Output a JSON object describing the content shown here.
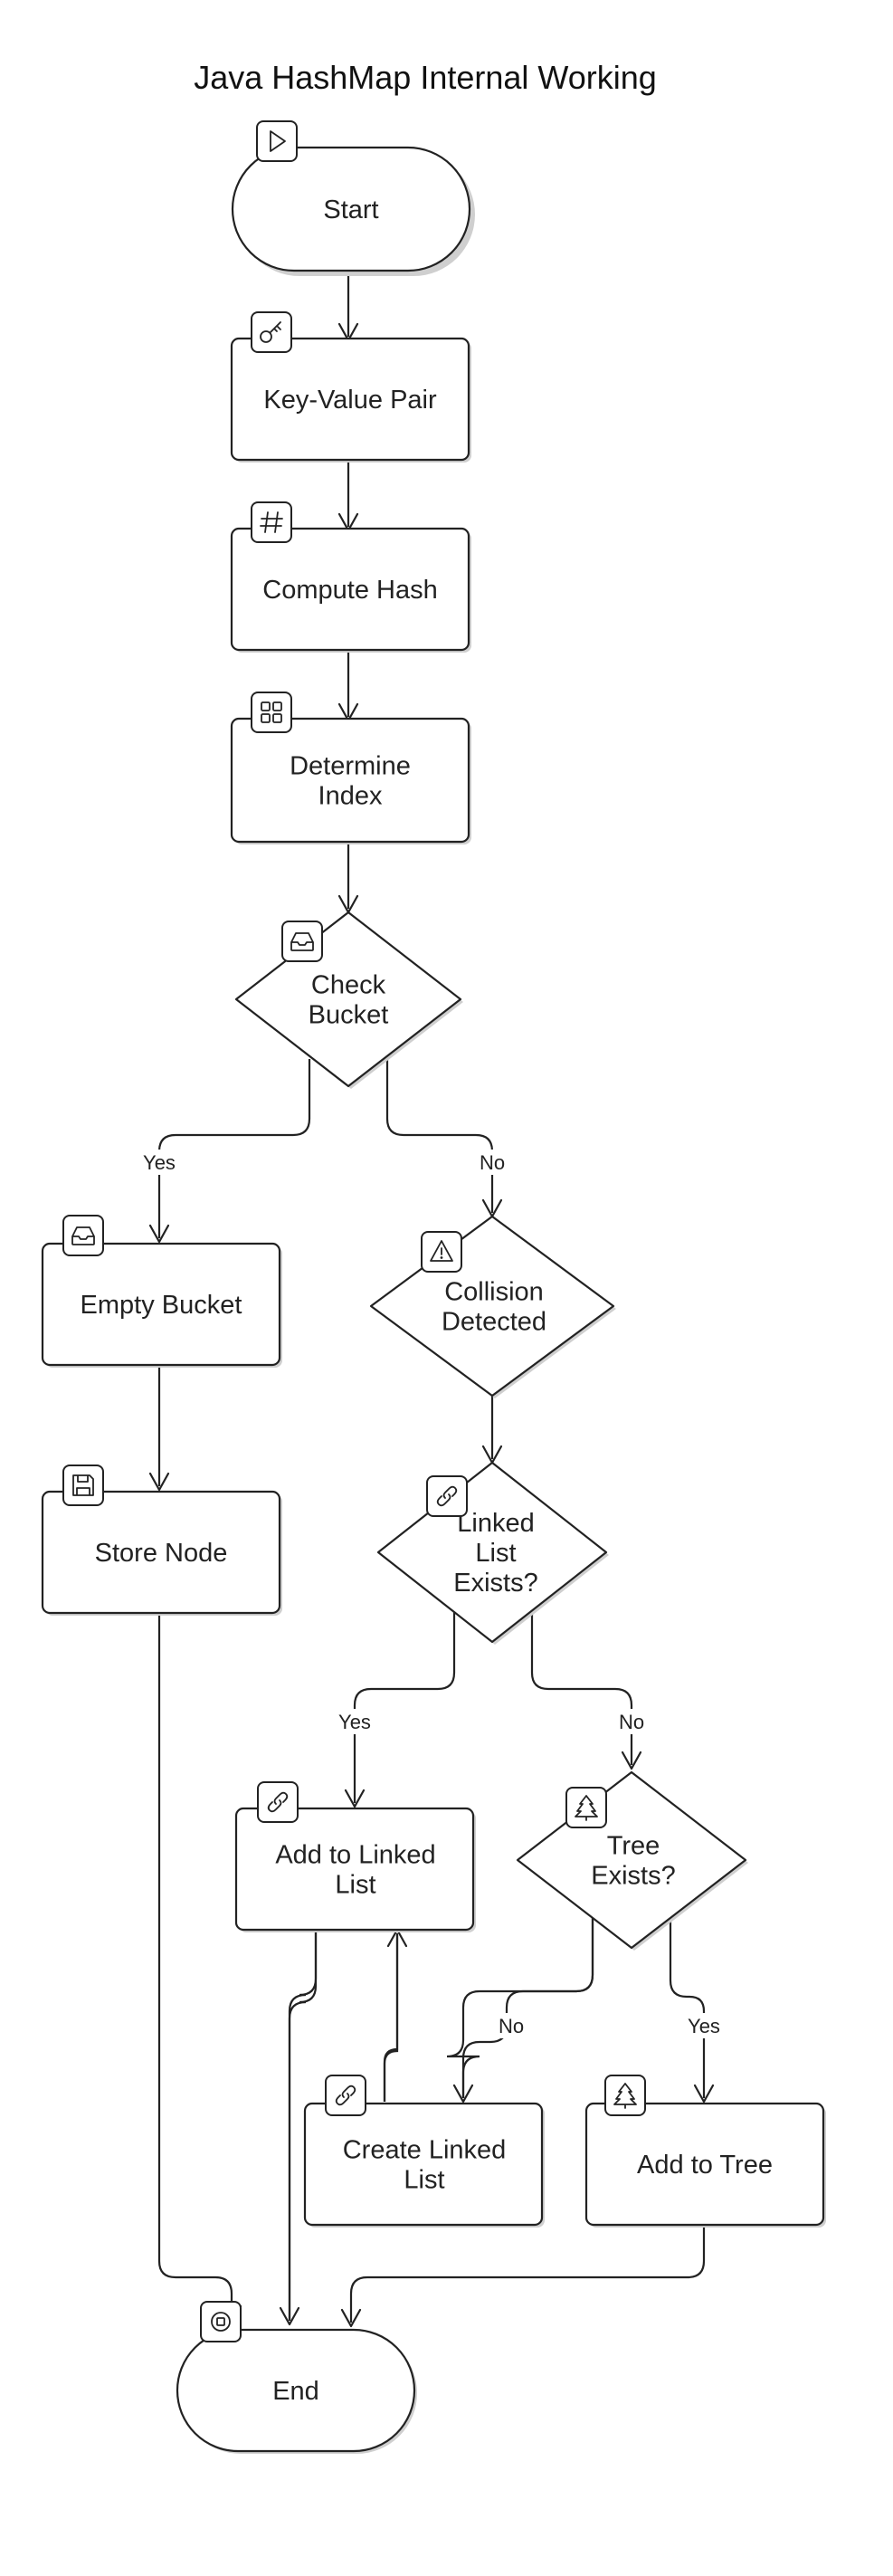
{
  "diagram": {
    "title": "Java HashMap Internal Working",
    "nodes": {
      "start": {
        "label": [
          "Start"
        ],
        "icon": "play-icon"
      },
      "kv": {
        "label": [
          "Key-Value Pair"
        ],
        "icon": "key-icon"
      },
      "hash": {
        "label": [
          "Compute Hash"
        ],
        "icon": "hash-icon"
      },
      "index": {
        "label": [
          "Determine",
          "Index"
        ],
        "icon": "grid-icon"
      },
      "bucket": {
        "label": [
          "Check",
          "Bucket"
        ],
        "icon": "inbox-icon"
      },
      "empty": {
        "label": [
          "Empty Bucket"
        ],
        "icon": "inbox-icon"
      },
      "collision": {
        "label": [
          "Collision",
          "Detected"
        ],
        "icon": "warning-icon"
      },
      "store": {
        "label": [
          "Store Node"
        ],
        "icon": "save-icon"
      },
      "ll": {
        "label": [
          "Linked",
          "List",
          "Exists?"
        ],
        "icon": "link-icon"
      },
      "addll": {
        "label": [
          "Add to Linked",
          "List"
        ],
        "icon": "link-icon"
      },
      "tree": {
        "label": [
          "Tree",
          "Exists?"
        ],
        "icon": "tree-icon"
      },
      "createll": {
        "label": [
          "Create Linked",
          "List"
        ],
        "icon": "link-icon"
      },
      "addtree": {
        "label": [
          "Add to Tree"
        ],
        "icon": "tree-icon"
      },
      "end": {
        "label": [
          "End"
        ],
        "icon": "stop-icon"
      }
    },
    "edge_labels": {
      "bucket_yes": "Yes",
      "bucket_no": "No",
      "ll_yes": "Yes",
      "ll_no": "No",
      "tree_no": "No",
      "tree_yes": "Yes"
    }
  }
}
